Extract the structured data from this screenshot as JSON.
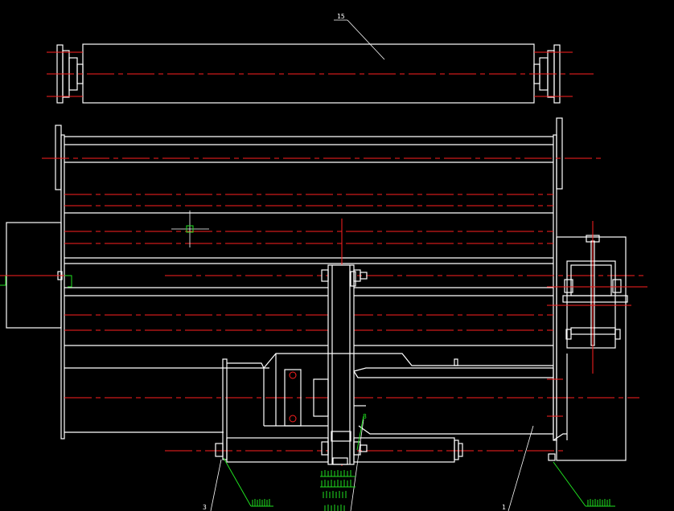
{
  "drawing": {
    "background": "#000000",
    "colors": {
      "outline": "#ffffff",
      "centerline": "#ff2020",
      "weld_symbol": "#20e020",
      "cursor": "#20e020"
    },
    "labels": {
      "part_15": "15",
      "part_3": "3",
      "part_8": "8",
      "part_1": "1"
    }
  }
}
